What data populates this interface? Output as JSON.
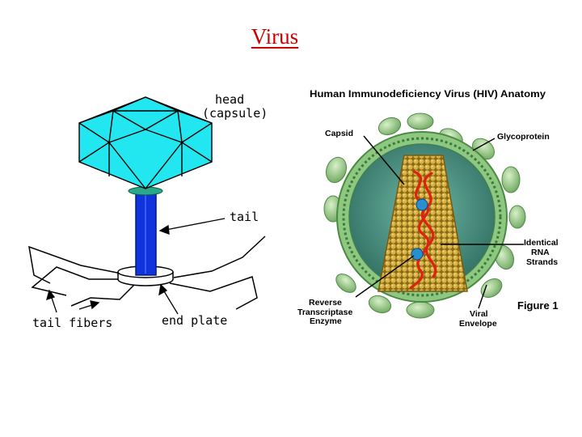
{
  "slide": {
    "title": "Virus"
  },
  "phage": {
    "head_label": "head",
    "capsule_label": "(capsule)",
    "tail_label": "tail",
    "end_plate_label": "end plate",
    "tail_fibers_label": "tail fibers",
    "colors": {
      "head": "#22e6f0",
      "tail": "#1133dd",
      "collar": "#2aa88a"
    }
  },
  "hiv": {
    "title": "Human Immunodeficiency Virus (HIV) Anatomy",
    "capsid_label": "Capsid",
    "glycoprotein_label": "Glycoprotein",
    "rna_label_1": "Identical",
    "rna_label_2": "RNA",
    "rna_label_3": "Strands",
    "rt_label_1": "Reverse",
    "rt_label_2": "Transcriptase",
    "rt_label_3": "Enzyme",
    "envelope_label_1": "Viral",
    "envelope_label_2": "Envelope",
    "figure_label": "Figure 1",
    "colors": {
      "membrane": "#6fae6a",
      "interior": "#3f8a7a",
      "capsid": "#c8a030",
      "rna": "#dd2211",
      "enzyme": "#2a8fd0",
      "spike": "#9fd08a"
    }
  }
}
